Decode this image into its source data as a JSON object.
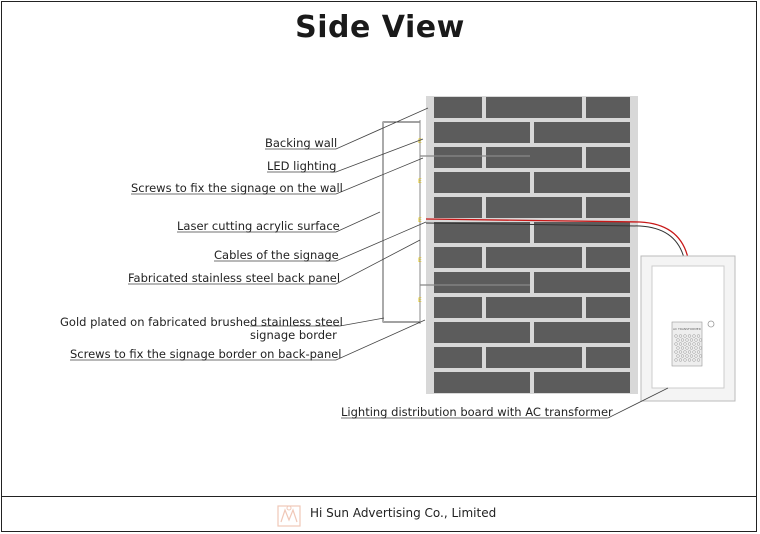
{
  "title": "Side View",
  "company": "Hi Sun Advertising Co., Limited",
  "colors": {
    "brick": "#5c5c5c",
    "mortar": "#d8d8d8",
    "cable_red": "#c81818",
    "led": "#e0c000"
  },
  "icons": {
    "logo": "hi-sun-logo-icon",
    "transformer": "ac-transformer-icon"
  },
  "labels": {
    "backing_wall": "Backing wall",
    "led_lighting": "LED lighting",
    "screws_wall": "Screws to fix the signage on the wall",
    "laser_surface": "Laser cutting acrylic surface",
    "cables": "Cables of the signage",
    "back_panel": "Fabricated stainless steel back panel",
    "gold_border_line1": "Gold plated on fabricated brushed stainless steel",
    "gold_border_line2": "signage border",
    "screws_border": "Screws to fix the signage border on back-panel",
    "distribution_board": "Lighting distribution board with AC transformer"
  },
  "led_marks": [
    "E",
    "E",
    "E",
    "E",
    "E"
  ],
  "transformer_label": "AC TRANSFORMER"
}
